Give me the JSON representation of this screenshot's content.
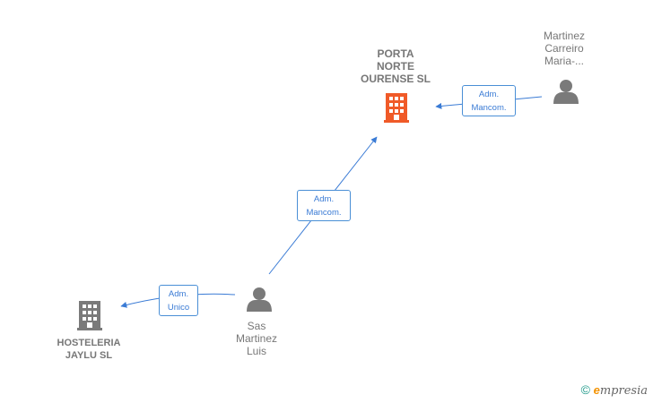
{
  "nodes": {
    "porta": {
      "label": "PORTA\nNORTE\nOURENSE  SL",
      "color": "#f05a28"
    },
    "martinez": {
      "label": "Martinez\nCarreiro\nMaria-..."
    },
    "sas": {
      "label": "Sas\nMartinez\nLuis"
    },
    "hosteleria": {
      "label": "HOSTELERIA\nJAYLU  SL",
      "color": "#7a7a7a"
    }
  },
  "edges": {
    "martinez_porta": {
      "label": "Adm.\nMancom."
    },
    "sas_porta": {
      "label": "Adm.\nMancom."
    },
    "sas_hosteleria": {
      "label": "Adm.\nUnico"
    }
  },
  "colors": {
    "edge": "#3a7bd5",
    "person": "#7a7a7a"
  },
  "footer": {
    "copyright": "©",
    "brand_e": "e",
    "brand_rest": "mpresia"
  }
}
